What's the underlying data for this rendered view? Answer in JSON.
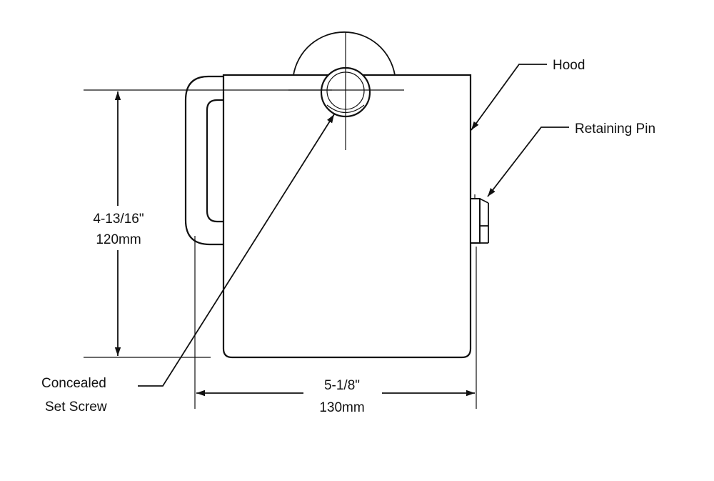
{
  "labels": {
    "hood": "Hood",
    "retaining_pin": "Retaining Pin",
    "concealed_line1": "Concealed",
    "concealed_line2": "Set Screw"
  },
  "dimensions": {
    "height_imperial": "4-13/16\"",
    "height_metric": "120mm",
    "width_imperial": "5-1/8\"",
    "width_metric": "130mm"
  }
}
